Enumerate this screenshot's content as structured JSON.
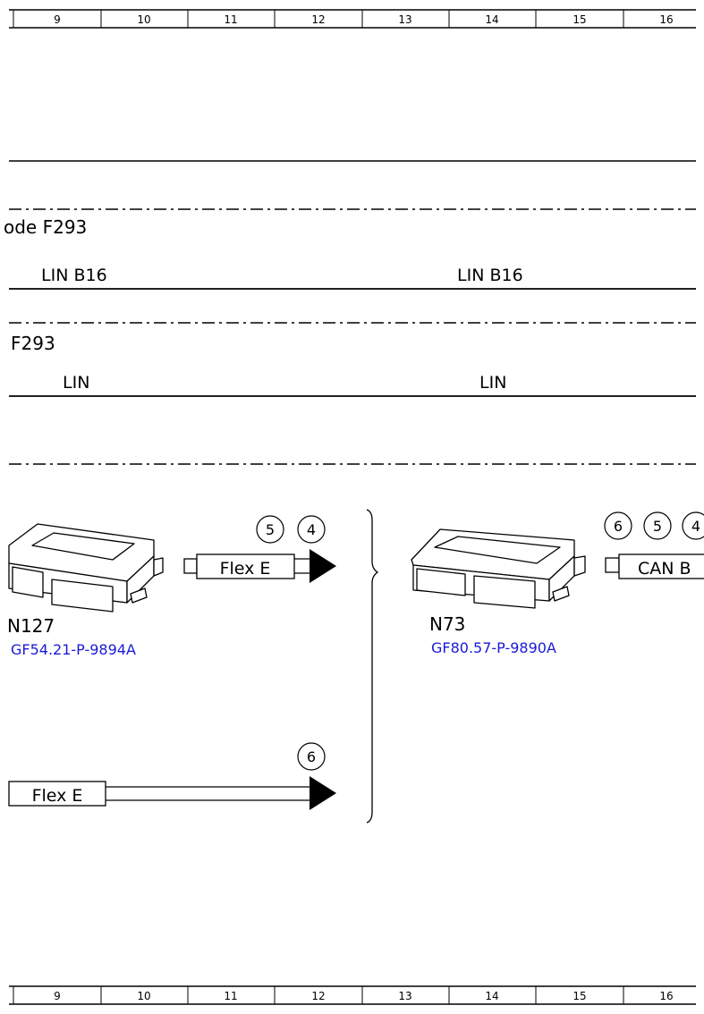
{
  "ruler": {
    "columns": [
      "9",
      "10",
      "11",
      "12",
      "13",
      "14",
      "15",
      "16"
    ]
  },
  "bus_sections": [
    {
      "title": "ode F293",
      "left_label": "LIN B16",
      "right_label": "LIN B16"
    },
    {
      "title": "F293",
      "left_label": "LIN",
      "right_label": "LIN"
    }
  ],
  "components": [
    {
      "id": "N127",
      "doc_link": "GF54.21-P-9894A",
      "bus_label": "Flex E",
      "references": [
        "5",
        "4"
      ]
    },
    {
      "id": "N73",
      "doc_link": "GF80.57-P-9890A",
      "bus_label": "CAN B",
      "references": [
        "6",
        "5",
        "4"
      ]
    }
  ],
  "lower_bus": {
    "label": "Flex E",
    "references": [
      "6"
    ]
  },
  "colors": {
    "line": "#000000",
    "link": "#1a1ad6"
  }
}
